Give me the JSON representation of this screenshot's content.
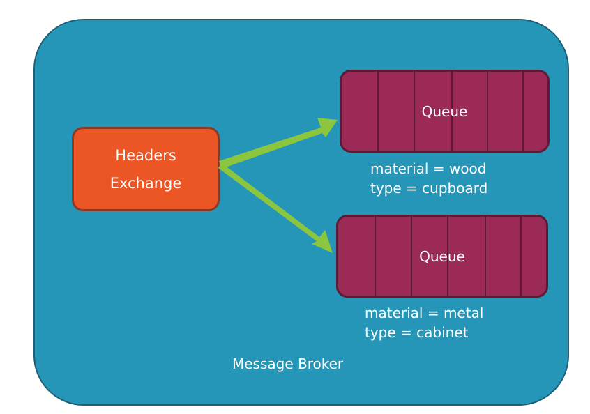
{
  "broker": {
    "label": "Message Broker"
  },
  "exchange": {
    "line1": "Headers",
    "line2": "Exchange"
  },
  "queues": [
    {
      "label": "Queue",
      "headers": [
        "material = wood",
        "type = cupboard"
      ]
    },
    {
      "label": "Queue",
      "headers": [
        "material = metal",
        "type = cabinet"
      ]
    }
  ],
  "colors": {
    "broker": "#2596b8",
    "exchange": "#ec5524",
    "queue": "#9b2a57",
    "arrow": "#8cc63e"
  }
}
